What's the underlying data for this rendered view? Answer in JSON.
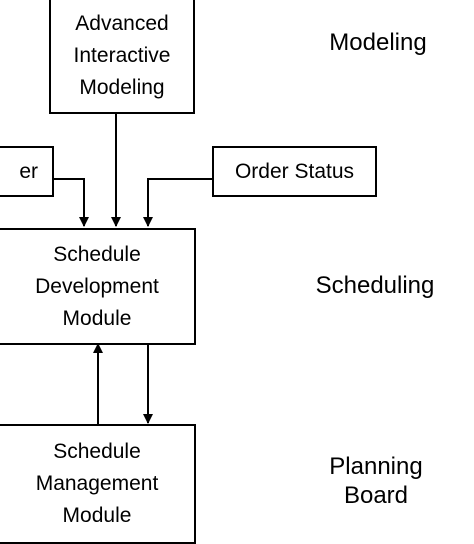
{
  "boxes": {
    "advanced_modeling": "Advanced\nInteractive\nModeling",
    "customer_order": "er",
    "order_status": "Order Status",
    "schedule_development": "Schedule\nDevelopment\nModule",
    "schedule_management": "Schedule\nManagement\nModule"
  },
  "layers": {
    "modeling": "Modeling",
    "scheduling": "Scheduling",
    "planning_board": "Planning\nBoard"
  }
}
